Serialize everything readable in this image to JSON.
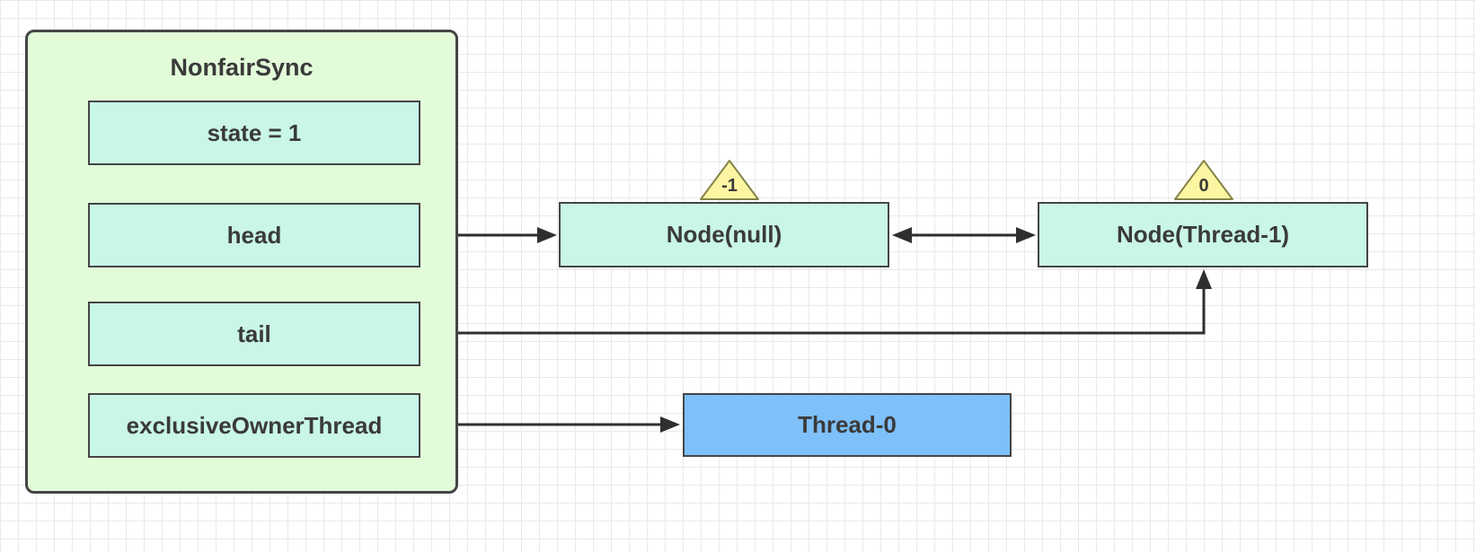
{
  "diagram": {
    "sync_block": {
      "title": "NonfairSync",
      "fields": [
        {
          "id": "state",
          "label": "state = 1"
        },
        {
          "id": "head",
          "label": "head"
        },
        {
          "id": "tail",
          "label": "tail"
        },
        {
          "id": "exclusiveOwnerThread",
          "label": "exclusiveOwnerThread"
        }
      ]
    },
    "queue_nodes": [
      {
        "label": "Node(null)",
        "wait_status": "-1"
      },
      {
        "label": "Node(Thread-1)",
        "wait_status": "0"
      }
    ],
    "owner_thread": {
      "label": "Thread-0"
    },
    "connectors": [
      {
        "from": "head",
        "to": "Node(null)",
        "style": "arrow-right"
      },
      {
        "from": "Node(null)",
        "to": "Node(Thread-1)",
        "style": "double-arrow"
      },
      {
        "from": "Node(Thread-1)",
        "to": "tail",
        "style": "elbow-double-arrow"
      },
      {
        "from": "exclusiveOwnerThread",
        "to": "Thread-0",
        "style": "arrow-right"
      }
    ],
    "colors": {
      "sync_fill": "#e2fcd9",
      "cell_fill": "#c9f6e7",
      "thread_fill": "#7ec0fa",
      "triangle_fill": "#fcf6a2",
      "triangle_stroke": "#84844a",
      "border": "#454545",
      "arrow": "#2f2f2f",
      "grid_line": "#e9e9e9",
      "text": "#3a3a3a"
    }
  }
}
